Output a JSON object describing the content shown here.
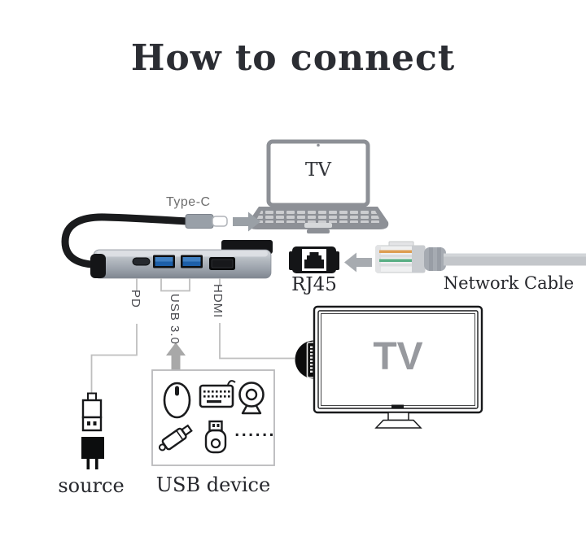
{
  "title": "How to connect",
  "laptop": {
    "screen_label": "TV"
  },
  "hub": {
    "cable_label": "Type-C",
    "port_labels": {
      "pd": "PD",
      "usb": "USB 3.0",
      "hdmi": "HDMI"
    }
  },
  "ethernet": {
    "port_label": "RJ45",
    "cable_label": "Network Cable"
  },
  "tv": {
    "screen_label": "TV"
  },
  "usb_devices": {
    "label": "USB device",
    "more_dots": "......"
  },
  "power": {
    "label": "source"
  },
  "colors": {
    "ink": "#26272c",
    "muted_label": "#6e6e6e",
    "usb_port_blue": "#1d5fa8",
    "hub_gray": "#9aa0a9",
    "arrow_gray": "#9aa0a6",
    "line_gray": "#bfbfbf",
    "tv_text_gray": "#97999e"
  }
}
